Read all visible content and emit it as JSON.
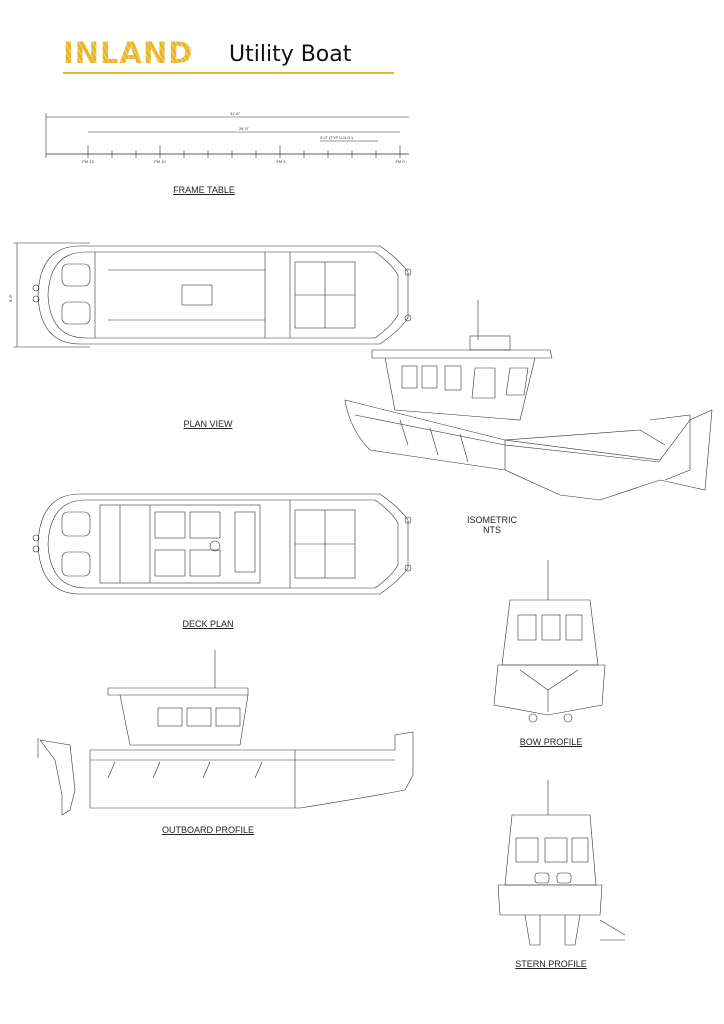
{
  "header": {
    "brand": "INLAND",
    "title": "Utility Boat",
    "accent": "#E8B526"
  },
  "frame_table": {
    "label": "FRAME TABLE",
    "overall_dim": "31'-6\"",
    "frames_dim": "26'-0\"",
    "spacing_dim": "2'-0\" (TYP U.N.O.)",
    "frame_labels": [
      "FM 13",
      "FM 10",
      "FM 5",
      "FM 0"
    ]
  },
  "views": {
    "plan": {
      "label": "PLAN VIEW",
      "beam_dim": "8'-6\""
    },
    "isometric": {
      "label": "ISOMETRIC",
      "sublabel": "NTS"
    },
    "deck": {
      "label": "DECK PLAN"
    },
    "outboard": {
      "label": "OUTBOARD PROFILE"
    },
    "bow": {
      "label": "BOW PROFILE"
    },
    "stern": {
      "label": "STERN PROFILE"
    }
  }
}
